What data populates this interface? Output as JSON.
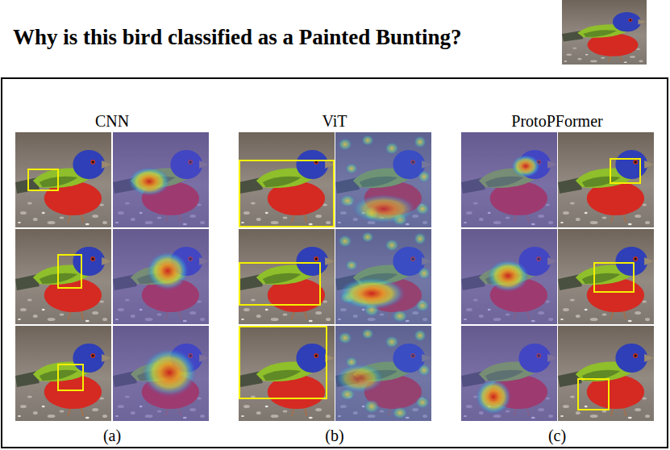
{
  "diagram": {
    "title": "Why is this bird classified as a Painted Bunting?",
    "labels": [
      "CNN",
      "ViT",
      "ProtoPFormer",
      "(a)",
      "(b)",
      "(c)"
    ]
  }
}
